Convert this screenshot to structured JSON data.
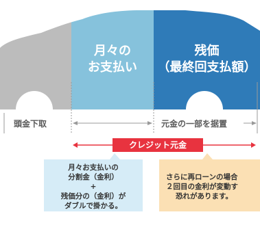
{
  "car": {
    "monthly_label": [
      "月々の",
      "お支払い"
    ],
    "residual_label": [
      "残価",
      "（最終回支払額）"
    ]
  },
  "row": {
    "down_payment": "頭金下取",
    "principal_deferred": "元金の一部を据置"
  },
  "credit": {
    "label": "クレジット元金"
  },
  "boxes": {
    "monthly_note": [
      "月々お支払いの",
      "分割金（金利）",
      "+",
      "残価分の（金利）が",
      "ダブルで掛かる。"
    ],
    "reloan_note": [
      "さらに再ローンの場合",
      "２回目の金利が変動す",
      "恐れがあります。"
    ]
  },
  "colors": {
    "car_gray": "#bcbcbc",
    "monthly_blue": "#86c2dc",
    "residual_blue": "#2f7bb8",
    "credit_red": "#e8333f",
    "note_blue": "#d6ecf7",
    "note_orange": "#fbe0b4"
  }
}
